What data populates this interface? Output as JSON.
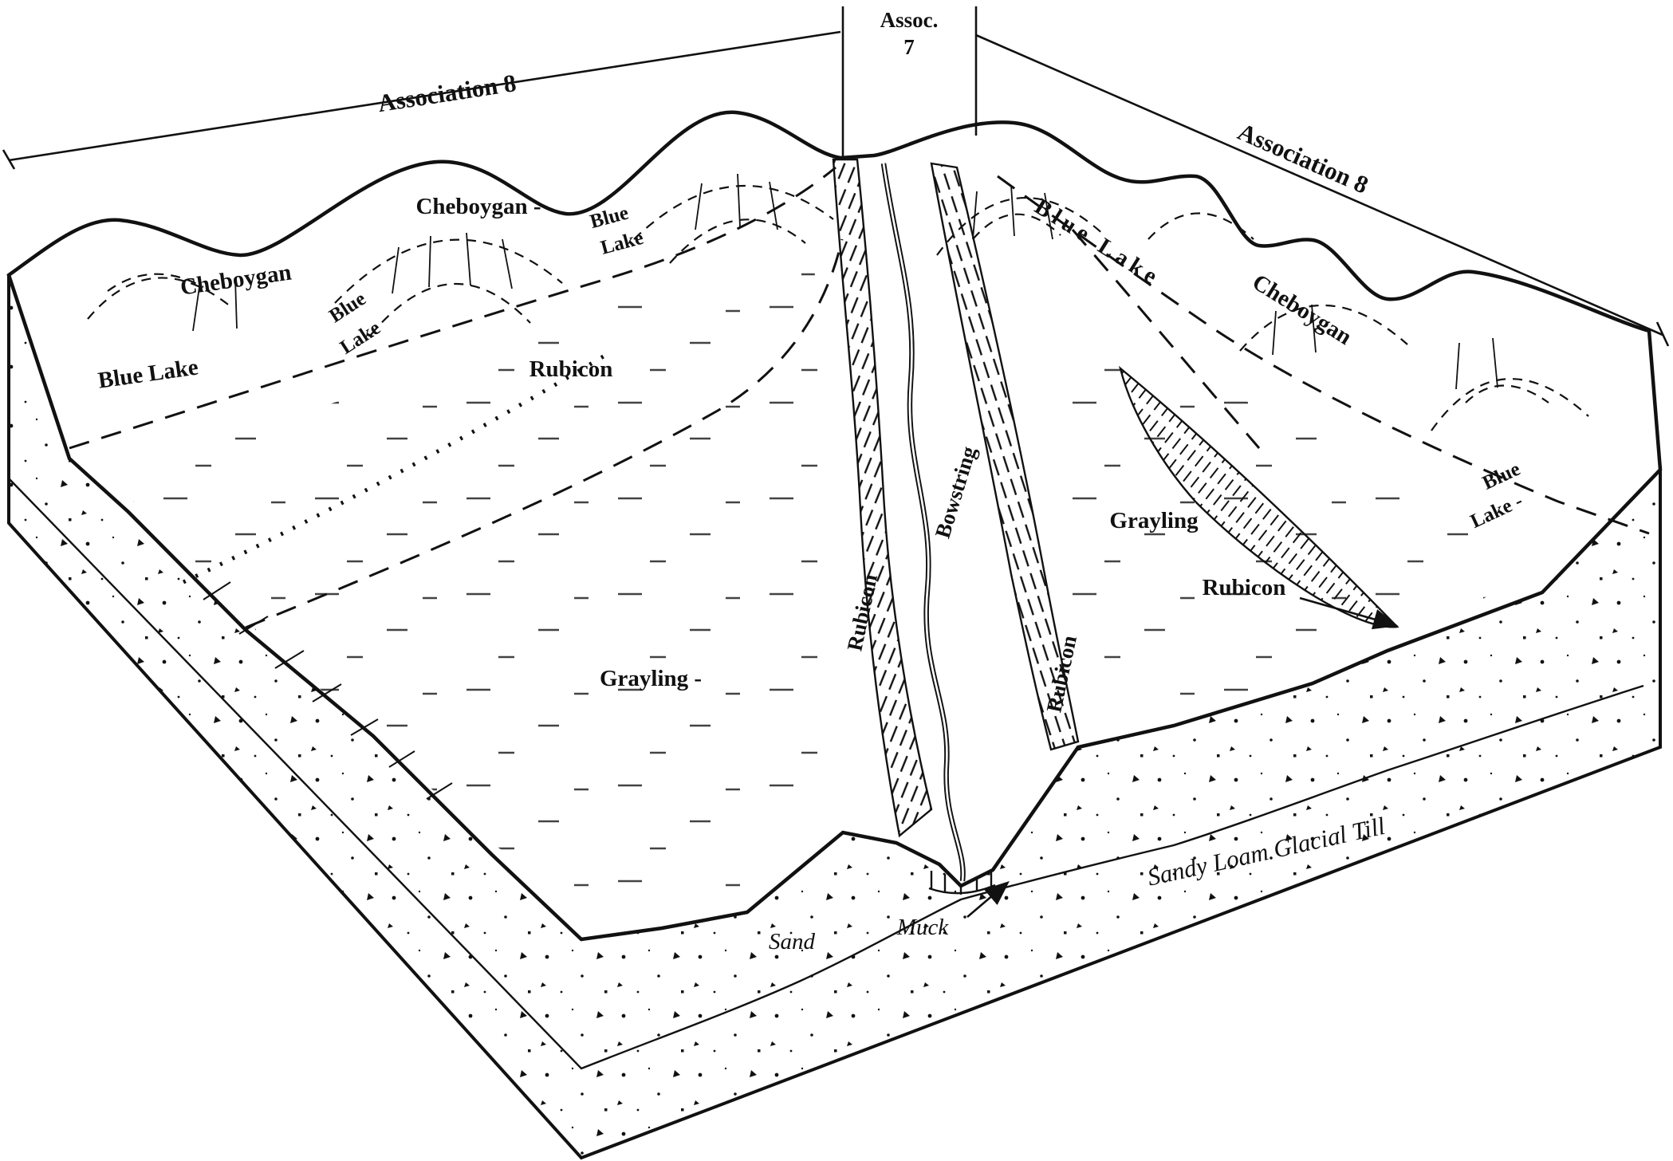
{
  "figure": {
    "type": "soil-association-block-diagram",
    "background": "#ffffff",
    "ink": "#111111"
  },
  "dimension_labels": {
    "association8_left": "Association 8",
    "assoc7_line1": "Assoc.",
    "assoc7_line2": "7",
    "association8_right": "Association 8"
  },
  "soil_labels": {
    "cheboygan_left": "Cheboygan",
    "blue_lake_left": "Blue Lake",
    "blue_left_small_1": "Blue",
    "blue_left_small_2": "Lake",
    "cheboygan_top": "Cheboygan -",
    "blue_top_1": "Blue",
    "blue_top_2": "Lake",
    "rubicon_plain_left": "Rubicon",
    "grayling_left": "Grayling -",
    "rubicon_valley_left": "Rubicon",
    "bowstring": "Bowstring",
    "rubicon_valley_right": "Rubicon",
    "blue_lake_right": "Blue Lake",
    "cheboygan_right": "Cheboygan",
    "grayling_right": "Grayling",
    "rubicon_ridge": "Rubicon",
    "blue_far_right_1": "Blue",
    "blue_far_right_2": "Lake -",
    "sand": "Sand",
    "muck": "Muck",
    "glacial_till": "Sandy Loam Glacial Till"
  }
}
